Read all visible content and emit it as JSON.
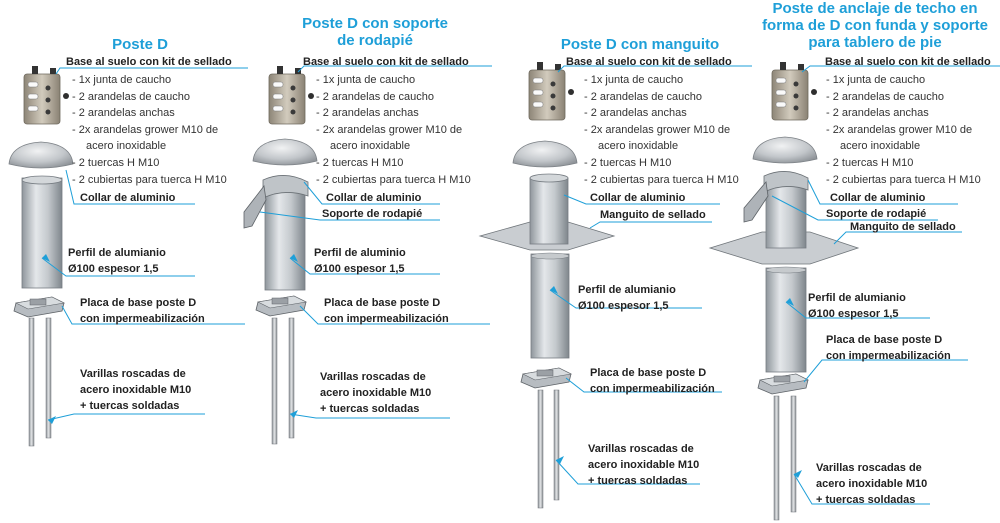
{
  "columns": [
    {
      "title": "Poste D",
      "base_heading": "Base al suelo con kit de sellado",
      "kit_items": [
        "- 1x junta de caucho",
        "- 2 arandelas de caucho",
        "- 2 arandelas anchas",
        "- 2x arandelas grower M10 de",
        "acero inoxidable",
        "- 2 tuercas H M10",
        "- 2 cubiertas para tuerca H M10"
      ],
      "collar": "Collar de aluminio",
      "profile": [
        "Perfil de alumianio",
        "Ø100 espesor 1,5"
      ],
      "plate": [
        "Placa de base poste D",
        "con impermeabilización"
      ],
      "rods": [
        "Varillas roscadas de",
        "acero inoxidable M10",
        "+ tuercas soldadas"
      ]
    },
    {
      "title": [
        "Poste D con soporte",
        "de rodapié"
      ],
      "base_heading": "Base al suelo con kit de sellado",
      "kit_items": [
        "- 1x junta de caucho",
        "- 2 arandelas de caucho",
        "- 2 arandelas anchas",
        "- 2x arandelas grower M10 de",
        "acero inoxidable",
        "- 2 tuercas H M10",
        "- 2 cubiertas para tuerca H M10"
      ],
      "collar": "Collar de aluminio",
      "support": "Soporte de rodapié",
      "profile": [
        "Perfil de aluminio",
        "Ø100 espesor 1,5"
      ],
      "plate": [
        "Placa de base poste D",
        "con impermeabilización"
      ],
      "rods": [
        "Varillas roscadas de",
        "acero inoxidable M10",
        "+ tuercas soldadas"
      ]
    },
    {
      "title": "Poste D con manguito",
      "base_heading": "Base al suelo con kit de sellado",
      "kit_items": [
        "- 1x junta de caucho",
        "- 2 arandelas de caucho",
        "- 2 arandelas anchas",
        "- 2x arandelas grower M10 de",
        "acero inoxidable",
        "- 2 tuercas H M10",
        "- 2 cubiertas para tuerca H M10"
      ],
      "collar": "Collar de aluminio",
      "sleeve": "Manguito de sellado",
      "profile": [
        "Perfil de alumianio",
        "Ø100 espesor 1,5"
      ],
      "plate": [
        "Placa de base poste D",
        "con impermeabilización"
      ],
      "rods": [
        "Varillas roscadas de",
        "acero inoxidable M10",
        "+ tuercas soldadas"
      ]
    },
    {
      "title": [
        "Poste de anclaje de techo en",
        "forma de D con funda y soporte",
        "para tablero de pie"
      ],
      "base_heading": "Base al suelo con kit de sellado",
      "kit_items": [
        "- 1x junta de caucho",
        "- 2 arandelas de caucho",
        "- 2 arandelas anchas",
        "- 2x arandelas grower M10 de",
        "acero inoxidable",
        "- 2 tuercas H M10",
        "- 2 cubiertas para tuerca H M10"
      ],
      "collar": "Collar de aluminio",
      "support": "Soporte de rodapié",
      "sleeve": "Manguito de sellado",
      "profile": [
        "Perfil de alumianio",
        "Ø100 espesor 1,5"
      ],
      "plate": [
        "Placa de base poste D",
        "con impermeabilización"
      ],
      "rods": [
        "Varillas roscadas de",
        "acero inoxidable M10",
        "+ tuercas soldadas"
      ]
    }
  ],
  "colors": {
    "title": "#1e9fd8",
    "leader": "#1e9fd8",
    "metal": "#b9bec3",
    "text": "#333333"
  }
}
